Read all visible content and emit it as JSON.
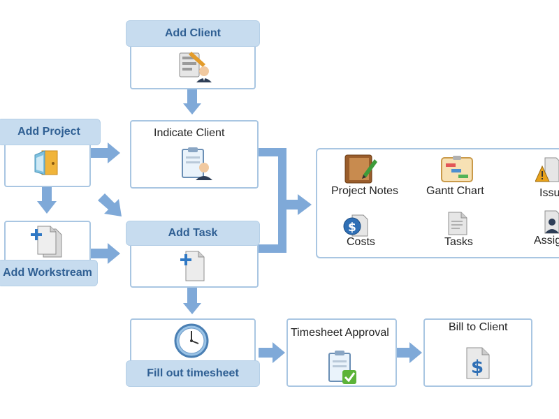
{
  "nodes": {
    "add_client": "Add Client",
    "indicate_client": "Indicate Client",
    "add_project": "Add Project",
    "add_workstream": "Add Workstream",
    "add_task": "Add Task",
    "fill_out_timesheet": "Fill out timesheet",
    "timesheet_approval": "Timesheet Approval",
    "bill_to_client": "Bill to Client"
  },
  "project_features": {
    "project_notes": "Project Notes",
    "gantt_chart": "Gantt Chart",
    "issues": "Issu",
    "costs": "Costs",
    "tasks": "Tasks",
    "assignments": "Assig"
  },
  "colors": {
    "arrow": "#7fa9d8",
    "box_border": "#a9c6e2",
    "pill_bg": "#c7dcef",
    "pill_text": "#2f5f93"
  }
}
